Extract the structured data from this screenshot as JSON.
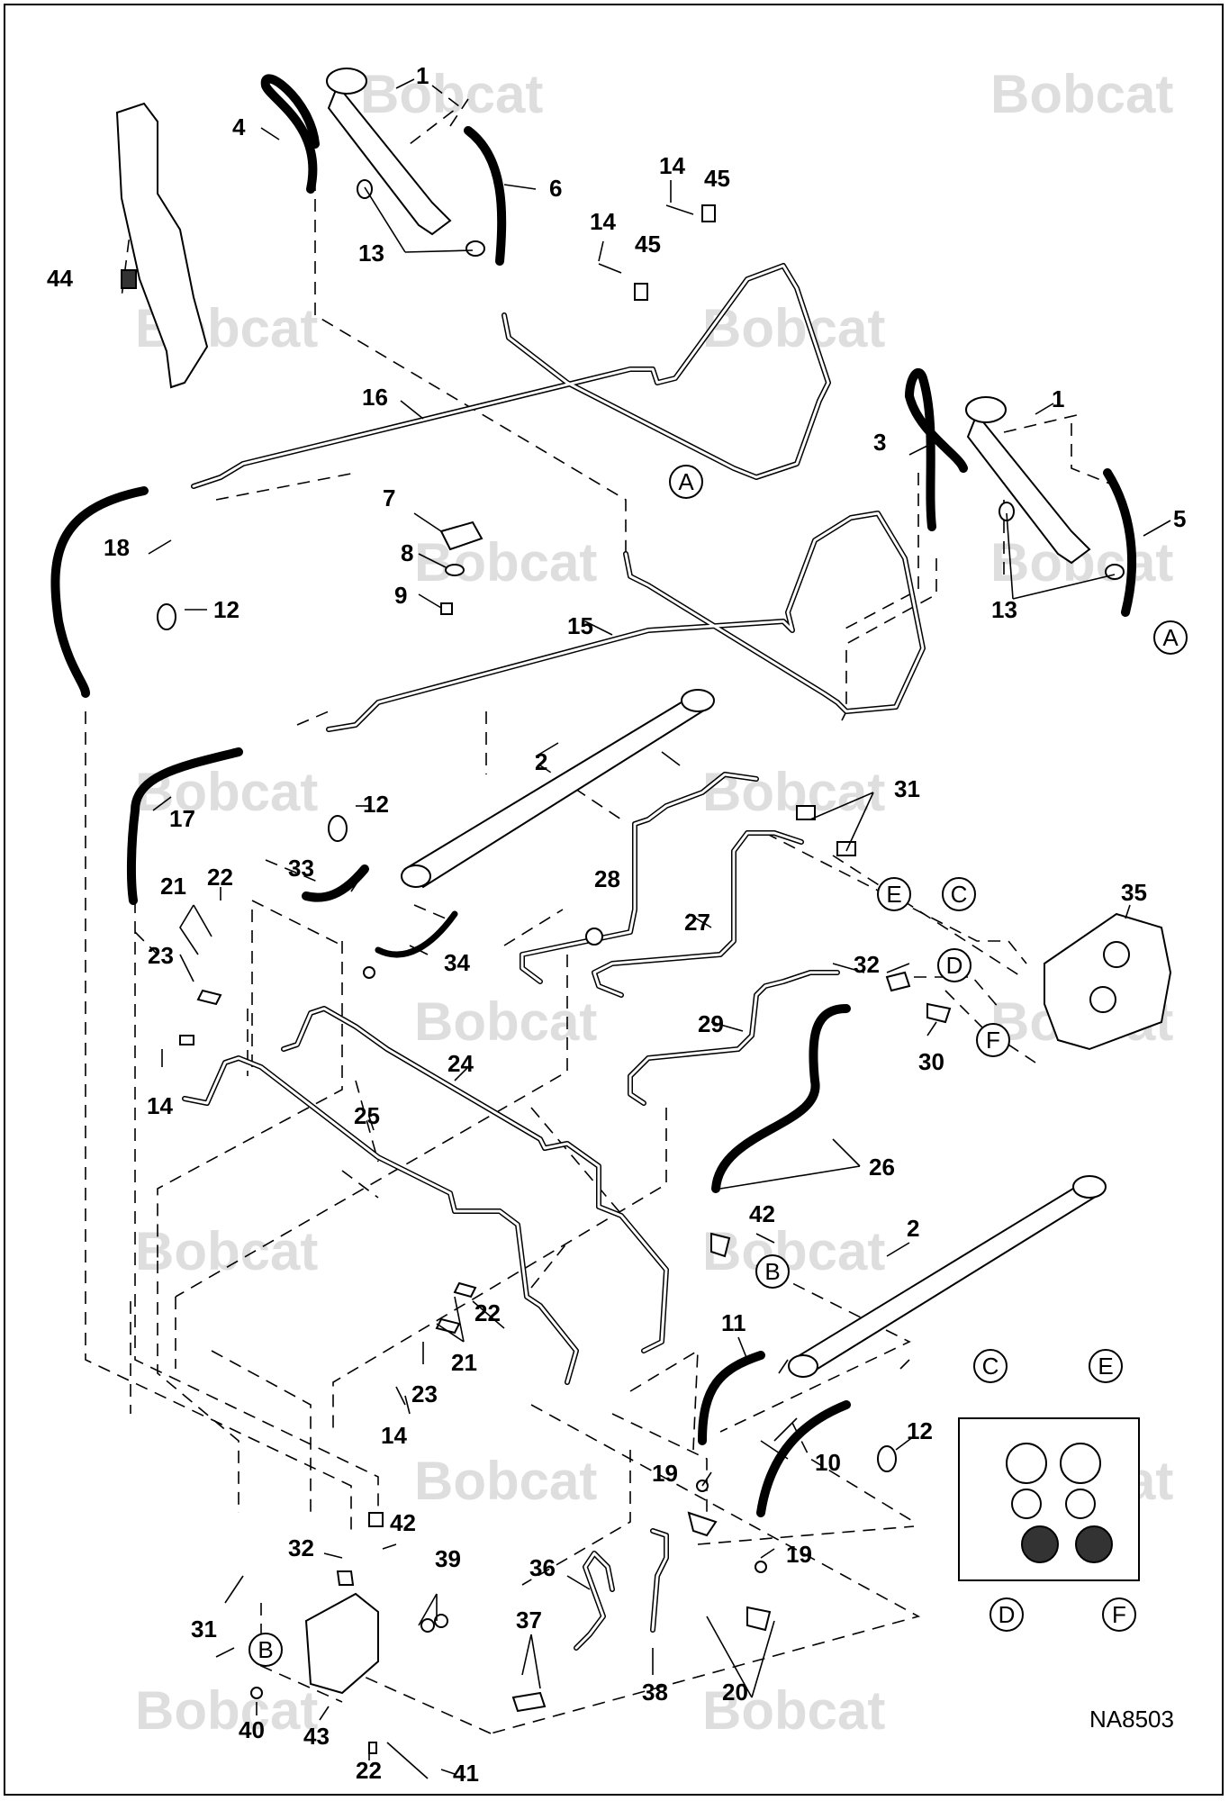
{
  "watermark": "Bobcat",
  "drawing_code": "NA8503",
  "callouts": {
    "c1a": "1",
    "c1b": "1",
    "c2a": "2",
    "c2b": "2",
    "c3": "3",
    "c4": "4",
    "c5": "5",
    "c6": "6",
    "c7": "7",
    "c8": "8",
    "c9": "9",
    "c10": "10",
    "c11": "11",
    "c12a": "12",
    "c12b": "12",
    "c12c": "12",
    "c13a": "13",
    "c13b": "13",
    "c14a": "14",
    "c14b": "14",
    "c14c": "14",
    "c14d": "14",
    "c15": "15",
    "c16": "16",
    "c17": "17",
    "c18": "18",
    "c19a": "19",
    "c19b": "19",
    "c20": "20",
    "c21a": "21",
    "c21b": "21",
    "c22a": "22",
    "c22b": "22",
    "c22c": "22",
    "c23a": "23",
    "c23b": "23",
    "c24": "24",
    "c25": "25",
    "c26": "26",
    "c27": "27",
    "c28": "28",
    "c29": "29",
    "c30": "30",
    "c31a": "31",
    "c31b": "31",
    "c32a": "32",
    "c32b": "32",
    "c33": "33",
    "c34": "34",
    "c35": "35",
    "c36": "36",
    "c37": "37",
    "c38": "38",
    "c39": "39",
    "c40": "40",
    "c41": "41",
    "c42a": "42",
    "c42b": "42",
    "c43": "43",
    "c44": "44",
    "c45a": "45",
    "c45b": "45"
  },
  "bubbles": {
    "a1": "A",
    "a2": "A",
    "b1": "B",
    "b2": "B",
    "c1": "C",
    "c2": "C",
    "d1": "D",
    "d2": "D",
    "e1": "E",
    "e2": "E",
    "f1": "F",
    "f2": "F"
  }
}
